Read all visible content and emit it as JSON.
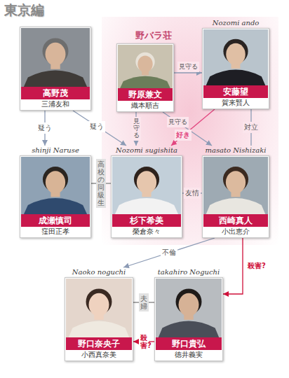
{
  "diagram": {
    "title": "東京編",
    "nodes": [
      {
        "text": [
          "野バラ荘"
        ]
      },
      {
        "text": [
          "高野茂",
          "三浦友和"
        ]
      },
      {
        "text": [
          "野原兼文",
          "織本順吉"
        ],
        "in": 0
      },
      {
        "text": [
          "Nozomi ando",
          "安藤望",
          "賀来賢人"
        ],
        "in": 0
      },
      {
        "text": [
          "shinji Naruse",
          "成瀬慎司",
          "窪田正孝"
        ]
      },
      {
        "text": [
          "Nozomi sugishita",
          "杉下希美",
          "榮倉奈々"
        ],
        "in": 0
      },
      {
        "text": [
          "masato Nishizaki",
          "西崎真人",
          "小出恵介"
        ],
        "in": 0
      },
      {
        "text": [
          "Naoko noguchi",
          "野口奈央子",
          "小西真奈美"
        ]
      },
      {
        "text": [
          "takahiro Noguchi",
          "野口貴弘",
          "徳井義実"
        ]
      }
    ],
    "edges": [
      {
        "from": 1,
        "to": 4,
        "label": "疑う",
        "arrow": "to"
      },
      {
        "from": 1,
        "to": 5,
        "label": "疑う",
        "arrow": "to"
      },
      {
        "from": 2,
        "to": 3,
        "label": "見守る",
        "arrow": "to"
      },
      {
        "from": 2,
        "to": 5,
        "label": "見守る",
        "arrow": "to"
      },
      {
        "from": 2,
        "to": 6,
        "label": "見守る",
        "arrow": "to"
      },
      {
        "from": 3,
        "to": 6,
        "label": "対立",
        "arrow": "none"
      },
      {
        "from": 5,
        "to": 6,
        "label": "友情",
        "arrow": "none"
      },
      {
        "from": 3,
        "to": 5,
        "label": "好き",
        "arrow": "to"
      },
      {
        "from": 4,
        "to": 5,
        "label": "高校の同級生",
        "arrow": "none"
      },
      {
        "from": 6,
        "to": 8,
        "label": "殺害?",
        "arrow": "to"
      },
      {
        "from": 6,
        "to": 7,
        "label": "不倫",
        "arrow": "to"
      },
      {
        "from": 7,
        "to": 8,
        "label": "夫婦",
        "arrow": "none"
      },
      {
        "from": 8,
        "to": 7,
        "label": "殺害?",
        "arrow": "to"
      }
    ]
  }
}
